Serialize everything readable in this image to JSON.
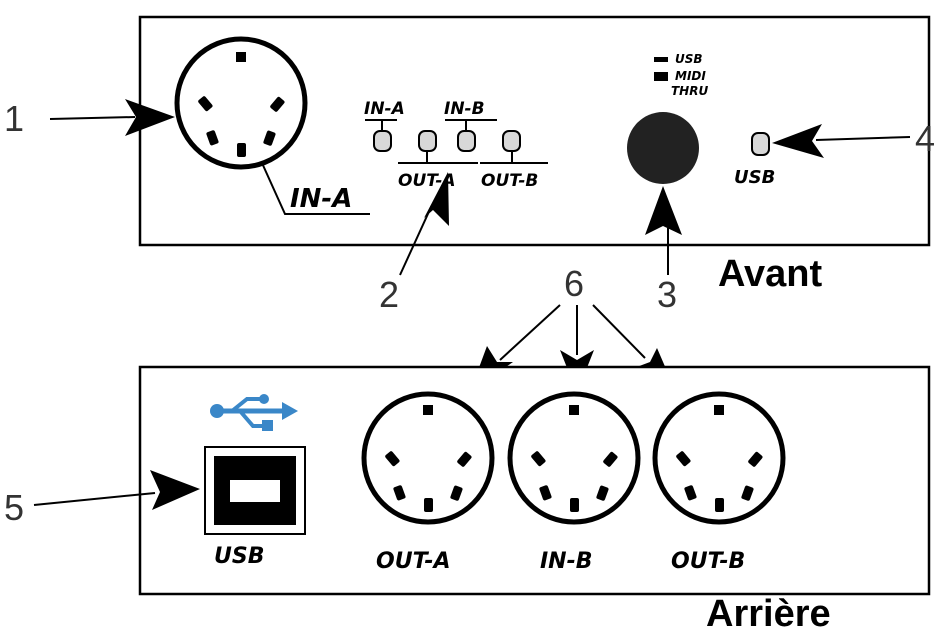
{
  "front": {
    "title": "Avant",
    "din_label": "IN-A",
    "led_labels": {
      "in_a": "IN-A",
      "in_b": "IN-B",
      "out_a": "OUT-A",
      "out_b": "OUT-B"
    },
    "switch_labels": {
      "usb": "USB",
      "midi": "MIDI",
      "thru": "THRU"
    },
    "usb_led_label": "USB"
  },
  "rear": {
    "title": "Arrière",
    "usb_label": "USB",
    "ports": [
      "OUT-A",
      "IN-B",
      "OUT-B"
    ]
  },
  "callouts": [
    "1",
    "2",
    "3",
    "4",
    "5",
    "6"
  ],
  "colors": {
    "usb_logo": "#3a87c8",
    "switch": "#222222",
    "led": "#d8d8d8"
  },
  "icons": {
    "usb_logo": "usb-trident-icon"
  }
}
